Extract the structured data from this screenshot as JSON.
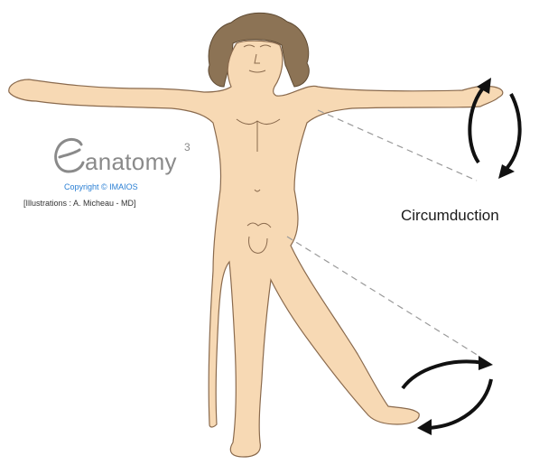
{
  "logo": {
    "brand": "anatomy",
    "superscript": "3",
    "copyright": "Copyright © IMAIOS",
    "credit": "[Illustrations : A. Micheau - MD]"
  },
  "diagram": {
    "motion_label": "Circumduction"
  },
  "colors": {
    "skin": "#f7d9b4",
    "outline": "#8a6a4d",
    "hair": "#8c7355",
    "arrow": "#111111",
    "dash": "#9a9a9a"
  }
}
